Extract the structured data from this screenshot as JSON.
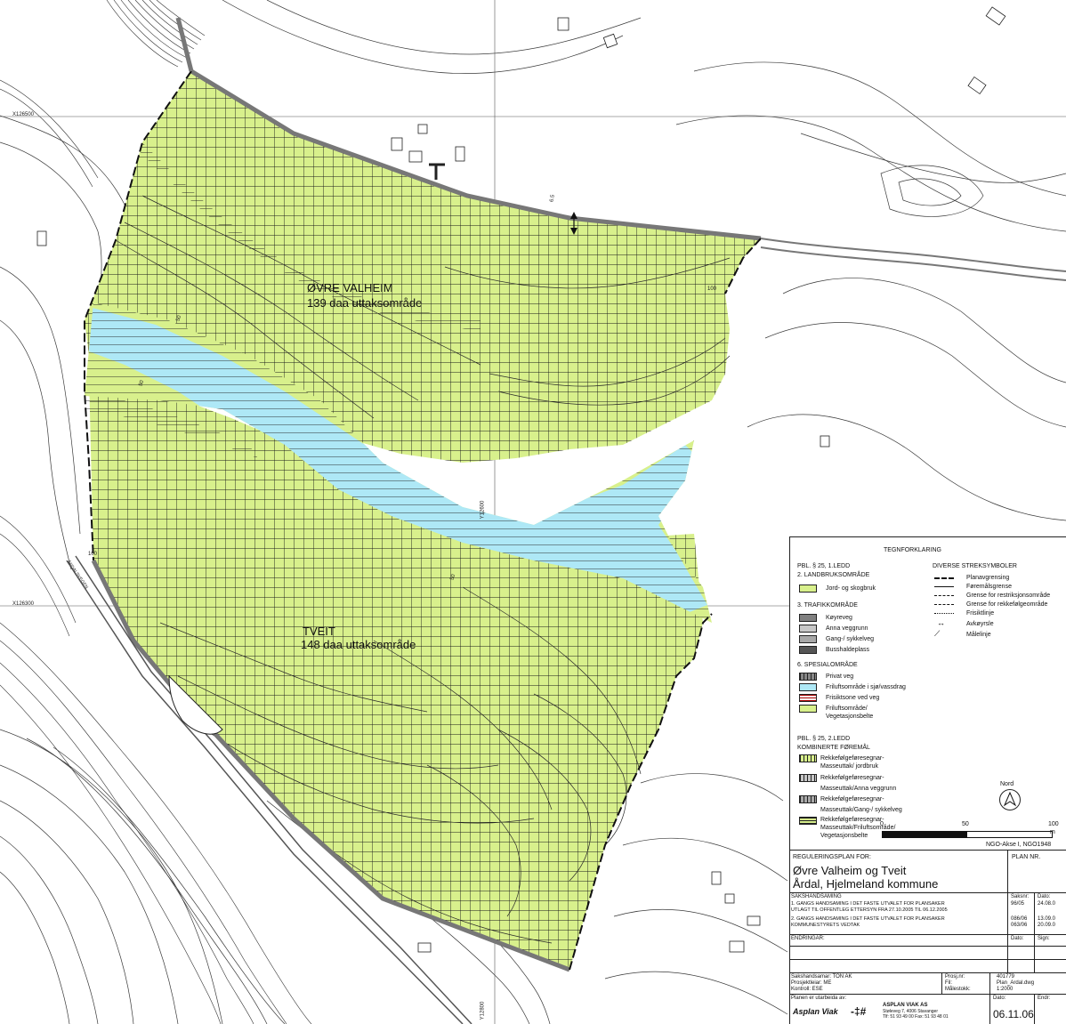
{
  "map": {
    "areas": [
      {
        "name": "ØVRE VALHEIM",
        "label": "139 daa uttaksområde"
      },
      {
        "name": "TVEIT",
        "label": "148 daa uttaksområde"
      }
    ],
    "coordinates": [
      "X126500",
      "X126300",
      "Y12600",
      "Y12800"
    ],
    "contour_labels": [
      "50",
      "50",
      "50",
      "100",
      "100",
      "6.5"
    ],
    "road_label": "ÅRDALSVEGEN",
    "colors": {
      "agriculture": "#d8f08c",
      "water_friluft": "#aee8f6",
      "grid": "#1a1a1a",
      "road": "#777777"
    }
  },
  "legend": {
    "title": "TEGNFORKLARING",
    "sec1_title": "PBL. § 25, 1.LEDD",
    "landbruk_title": "2. LANDBRUKSOMRÅDE",
    "landbruk_items": [
      "Jord- og skogbruk"
    ],
    "trafikk_title": "3. TRAFIKKOMRÅDE",
    "trafikk_items": [
      "Køyreveg",
      "Anna veggrunn",
      "Gang-/ sykkelveg",
      "Busshaldeplass"
    ],
    "spesial_title": "6. SPESIALOMRÅDE",
    "spesial_items": [
      "Privat veg",
      "Friluftsområde i sjø/vassdrag",
      "Frisiktsone ved veg",
      "Friluftsområde/",
      "Vegetasjonsbelte"
    ],
    "lines_title": "DIVERSE STREKSYMBOLER",
    "lines_items": [
      "Planavgrensing",
      "Føremålsgrense",
      "Grense for restriksjonsområde",
      "Grense for rekkefølgeområde",
      "Frisiktlinje",
      "Avkøyrsle",
      "Målelinje"
    ],
    "sec2_title": "PBL. § 25, 2.LEDD",
    "komb_title": "KOMBINERTE FØREMÅL",
    "komb_items": [
      "Rekkefølgeføresegnar-",
      "Masseuttak/ jordbruk",
      "Rekkefølgeføresegnar-",
      "Masseuttak/Anna veggrunn",
      "Rekkefølgeføresegnar-",
      "Masseuttak/Gang-/ sykkelveg",
      "Rekkefølgeføresegnar-",
      "Masseuttak/Friluftsområde/",
      "Vegetasjonsbelte"
    ],
    "north": "Nord",
    "scale": [
      "0",
      "50",
      "100"
    ],
    "scale_unit": "m",
    "datum": "NGO-Akse I, NGO1948"
  },
  "title_block": {
    "plan_for": "REGULERINGSPLAN FOR:",
    "plan_nr_label": "PLAN NR.",
    "name": "Øvre Valheim og Tveit",
    "municipality": "Årdal, Hjelmeland kommune",
    "saksbehandling": "SAKSHANDSAMING",
    "saksnr_label": "Saksnr:",
    "dato_label": "Dato:",
    "rows": [
      {
        "text": "1. GANGS HANDSAMING I DET FASTE UTVALET FOR PLANSAKER",
        "nr": "96/05",
        "date": "24.08.0"
      },
      {
        "text": "UTLAGT TIL OFFENTLEG ETTERSYN FRA 27.10.2005 TIL 06.12.2005",
        "nr": "",
        "date": ""
      },
      {
        "text": "2. GANGS HANDSAMING I DET FASTE UTVALET FOR PLANSAKER",
        "nr": "086/06",
        "date": "13.09.0"
      },
      {
        "text": "KOMMUNESTYRETS VEDTAK",
        "nr": "063/06",
        "date": "20.09.0"
      }
    ],
    "endringar": "ENDRINGAR:",
    "sign_label": "Sign:",
    "saksbehandlar": "Sakshandsamar: TON AK",
    "prosjektleiar": "Prosjektleiar:   ME",
    "kontroll": "Kontroll:   ESE",
    "prosjnr_label": "Prosj.nr:",
    "prosjnr": "401779",
    "fil_label": "Fil:",
    "fil": "Plan_Ardal.dwg",
    "malestokk_label": "Målestokk:",
    "malestokk": "1:2000",
    "utarbeidd": "Planen er utarbeida av:",
    "company_logo": "Asplan Viak",
    "company": "ASPLAN VIAK AS",
    "company_addr": "Støleveg 7, 4006 Stavanger",
    "company_tel": "Tlf: 51 93 49 00 Fax: 51 93 48 01",
    "date_label": "Dato:",
    "date": "06.11.06",
    "endr_label": "Endr:"
  }
}
